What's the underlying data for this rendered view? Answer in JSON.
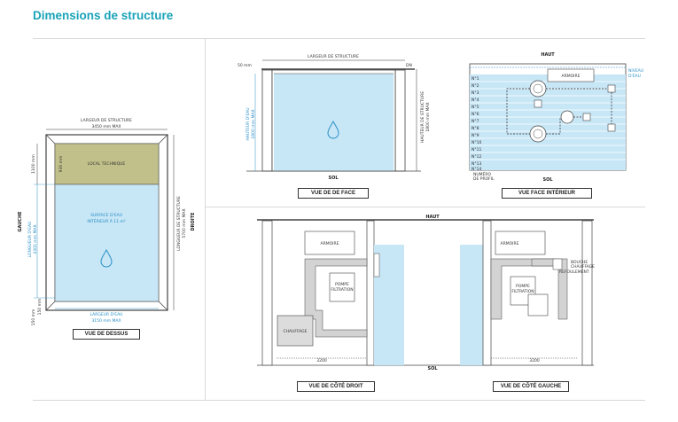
{
  "title": "Dimensions de structure",
  "top_view": {
    "width_title": "LARGEUR DE STRUCTURE",
    "width_value": "3450 mm MAX",
    "local_technique": "LOCAL TECHNIQUE",
    "water_surface_l1": "SURFACE D'EAU",
    "water_surface_l2": "INTÉRIEUR À 11 m²",
    "left_side": "GAUCHE",
    "right_side": "DROITE",
    "dim_1100": "1100 mm",
    "dim_930": "930 mm",
    "water_length_l1": "LONGUEUR D'EAU",
    "water_length_l2": "4300 mm MAX",
    "structure_length_l1": "LONGUEUR DE STRUCTURE",
    "structure_length_l2": "5700 mm MAX",
    "dim_150": "150 mm",
    "dim_150b": "150 mm",
    "water_width_l1": "LARGEUR D'EAU",
    "water_width_l2": "3150 mm MAX",
    "caption": "VUE DE DESSUS"
  },
  "front_view": {
    "width_title": "LARGEUR DE STRUCTURE",
    "dim_left": "50 mm",
    "dim_right": "DN",
    "water_height_l1": "HAUTEUR D'EAU",
    "water_height_l2": "1800 mm MAX",
    "structure_height_l1": "HAUTEUR DE STRUCTURE",
    "structure_height_l2": "1800 mm MAX",
    "floor": "SOL",
    "caption": "VUE DE DE FACE"
  },
  "interior_view": {
    "top": "HAUT",
    "water_level_l1": "NIVEAU",
    "water_level_l2": "D'EAU",
    "rows": [
      "N°1",
      "N°2",
      "N°3",
      "N°4",
      "N°5",
      "N°6",
      "N°7",
      "N°8",
      "N°9",
      "N°10",
      "N°11",
      "N°12",
      "N°13",
      "N°14"
    ],
    "cabinet": "ARMOIRE",
    "floor": "SOL",
    "panel_number_l1": "NUMÉRO",
    "panel_number_l2": "DE PROFIL",
    "caption": "VUE FACE INTÉRIEUR"
  },
  "side_views": {
    "top": "HAUT",
    "floor": "SOL",
    "right": {
      "cabinet": "ARMOIRE",
      "filter_l1": "POMPE",
      "filter_l2": "FILTRATION",
      "heater": "CHAUFFAGE",
      "dim": "3200",
      "caption": "VUE DE CÔTÉ DROIT"
    },
    "left": {
      "cabinet": "ARMOIRE",
      "filter_l1": "POMPE",
      "filter_l2": "FILTRATION",
      "boiler_l1": "BOUCHE",
      "boiler_l2": "CHAUFFAGE",
      "boiler_l3": "REFOULEMENT",
      "dim": "3200",
      "caption": "VUE DE CÔTÉ GAUCHE"
    }
  },
  "colors": {
    "accent": "#1aa3b8",
    "water": "#c7e6f6",
    "local_technique": "#c1c08a",
    "dimension_blue": "#2a8fc7"
  }
}
